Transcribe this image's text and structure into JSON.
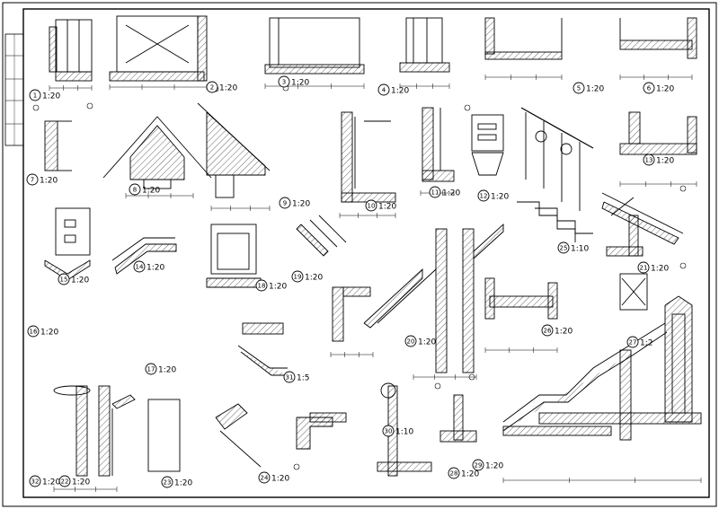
{
  "details": [
    {
      "num": "1",
      "scale": "1:20"
    },
    {
      "num": "2",
      "scale": "1:20"
    },
    {
      "num": "3",
      "scale": "1:20"
    },
    {
      "num": "4",
      "scale": "1:20"
    },
    {
      "num": "5",
      "scale": "1:20"
    },
    {
      "num": "6",
      "scale": "1:20"
    },
    {
      "num": "7",
      "scale": "1:20"
    },
    {
      "num": "8",
      "scale": "1:20"
    },
    {
      "num": "9",
      "scale": "1:20"
    },
    {
      "num": "10",
      "scale": "1:20"
    },
    {
      "num": "11",
      "scale": "1:20"
    },
    {
      "num": "12",
      "scale": "1:20"
    },
    {
      "num": "13",
      "scale": "1:20"
    },
    {
      "num": "14",
      "scale": "1:20"
    },
    {
      "num": "15",
      "scale": "1:20"
    },
    {
      "num": "16",
      "scale": "1:20"
    },
    {
      "num": "17",
      "scale": "1:20"
    },
    {
      "num": "18",
      "scale": "1:20"
    },
    {
      "num": "19",
      "scale": "1:20"
    },
    {
      "num": "20",
      "scale": "1:20"
    },
    {
      "num": "21",
      "scale": "1:20"
    },
    {
      "num": "22",
      "scale": "1:20"
    },
    {
      "num": "23",
      "scale": "1:20"
    },
    {
      "num": "24",
      "scale": "1:20"
    },
    {
      "num": "25",
      "scale": "1:10"
    },
    {
      "num": "26",
      "scale": "1:20"
    },
    {
      "num": "27",
      "scale": "1:2"
    },
    {
      "num": "28",
      "scale": "1:20"
    },
    {
      "num": "29",
      "scale": "1:20"
    },
    {
      "num": "30",
      "scale": "1:10"
    },
    {
      "num": "31",
      "scale": "1:5"
    },
    {
      "num": "32",
      "scale": "1:20"
    }
  ]
}
